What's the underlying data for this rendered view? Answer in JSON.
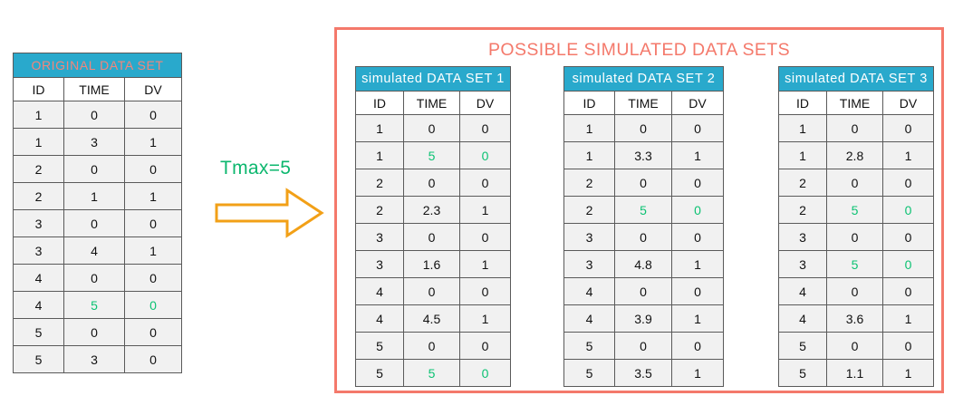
{
  "original": {
    "title": "ORIGINAL DATA SET",
    "columns": [
      "ID",
      "TIME",
      "DV"
    ],
    "rows": [
      {
        "id": "1",
        "time": "0",
        "dv": "0",
        "highlight": false
      },
      {
        "id": "1",
        "time": "3",
        "dv": "1",
        "highlight": false
      },
      {
        "id": "2",
        "time": "0",
        "dv": "0",
        "highlight": false
      },
      {
        "id": "2",
        "time": "1",
        "dv": "1",
        "highlight": false
      },
      {
        "id": "3",
        "time": "0",
        "dv": "0",
        "highlight": false
      },
      {
        "id": "3",
        "time": "4",
        "dv": "1",
        "highlight": false
      },
      {
        "id": "4",
        "time": "0",
        "dv": "0",
        "highlight": false
      },
      {
        "id": "4",
        "time": "5",
        "dv": "0",
        "highlight": true
      },
      {
        "id": "5",
        "time": "0",
        "dv": "0",
        "highlight": false
      },
      {
        "id": "5",
        "time": "3",
        "dv": "0",
        "highlight": false
      }
    ]
  },
  "transform": {
    "label": "Tmax=5",
    "arrow_icon": "right-arrow-icon"
  },
  "panel": {
    "title": "POSSIBLE SIMULATED DATA SETS",
    "tables": [
      {
        "title": "simulated  DATA SET 1",
        "columns": [
          "ID",
          "TIME",
          "DV"
        ],
        "rows": [
          {
            "id": "1",
            "time": "0",
            "dv": "0",
            "highlight": false
          },
          {
            "id": "1",
            "time": "5",
            "dv": "0",
            "highlight": true
          },
          {
            "id": "2",
            "time": "0",
            "dv": "0",
            "highlight": false
          },
          {
            "id": "2",
            "time": "2.3",
            "dv": "1",
            "highlight": false
          },
          {
            "id": "3",
            "time": "0",
            "dv": "0",
            "highlight": false
          },
          {
            "id": "3",
            "time": "1.6",
            "dv": "1",
            "highlight": false
          },
          {
            "id": "4",
            "time": "0",
            "dv": "0",
            "highlight": false
          },
          {
            "id": "4",
            "time": "4.5",
            "dv": "1",
            "highlight": false
          },
          {
            "id": "5",
            "time": "0",
            "dv": "0",
            "highlight": false
          },
          {
            "id": "5",
            "time": "5",
            "dv": "0",
            "highlight": true
          }
        ]
      },
      {
        "title": "simulated  DATA SET 2",
        "columns": [
          "ID",
          "TIME",
          "DV"
        ],
        "rows": [
          {
            "id": "1",
            "time": "0",
            "dv": "0",
            "highlight": false
          },
          {
            "id": "1",
            "time": "3.3",
            "dv": "1",
            "highlight": false
          },
          {
            "id": "2",
            "time": "0",
            "dv": "0",
            "highlight": false
          },
          {
            "id": "2",
            "time": "5",
            "dv": "0",
            "highlight": true
          },
          {
            "id": "3",
            "time": "0",
            "dv": "0",
            "highlight": false
          },
          {
            "id": "3",
            "time": "4.8",
            "dv": "1",
            "highlight": false
          },
          {
            "id": "4",
            "time": "0",
            "dv": "0",
            "highlight": false
          },
          {
            "id": "4",
            "time": "3.9",
            "dv": "1",
            "highlight": false
          },
          {
            "id": "5",
            "time": "0",
            "dv": "0",
            "highlight": false
          },
          {
            "id": "5",
            "time": "3.5",
            "dv": "1",
            "highlight": false
          }
        ]
      },
      {
        "title": "simulated  DATA SET 3",
        "columns": [
          "ID",
          "TIME",
          "DV"
        ],
        "rows": [
          {
            "id": "1",
            "time": "0",
            "dv": "0",
            "highlight": false
          },
          {
            "id": "1",
            "time": "2.8",
            "dv": "1",
            "highlight": false
          },
          {
            "id": "2",
            "time": "0",
            "dv": "0",
            "highlight": false
          },
          {
            "id": "2",
            "time": "5",
            "dv": "0",
            "highlight": true
          },
          {
            "id": "3",
            "time": "0",
            "dv": "0",
            "highlight": false
          },
          {
            "id": "3",
            "time": "5",
            "dv": "0",
            "highlight": true
          },
          {
            "id": "4",
            "time": "0",
            "dv": "0",
            "highlight": false
          },
          {
            "id": "4",
            "time": "3.6",
            "dv": "1",
            "highlight": false
          },
          {
            "id": "5",
            "time": "0",
            "dv": "0",
            "highlight": false
          },
          {
            "id": "5",
            "time": "1.1",
            "dv": "1",
            "highlight": false
          }
        ]
      }
    ]
  },
  "colors": {
    "header_teal": "#29a9cc",
    "salmon": "#f4796b",
    "highlight_green": "#0cc273",
    "arrow_orange": "#f2a017",
    "cell_gray": "#f1f1f1"
  }
}
